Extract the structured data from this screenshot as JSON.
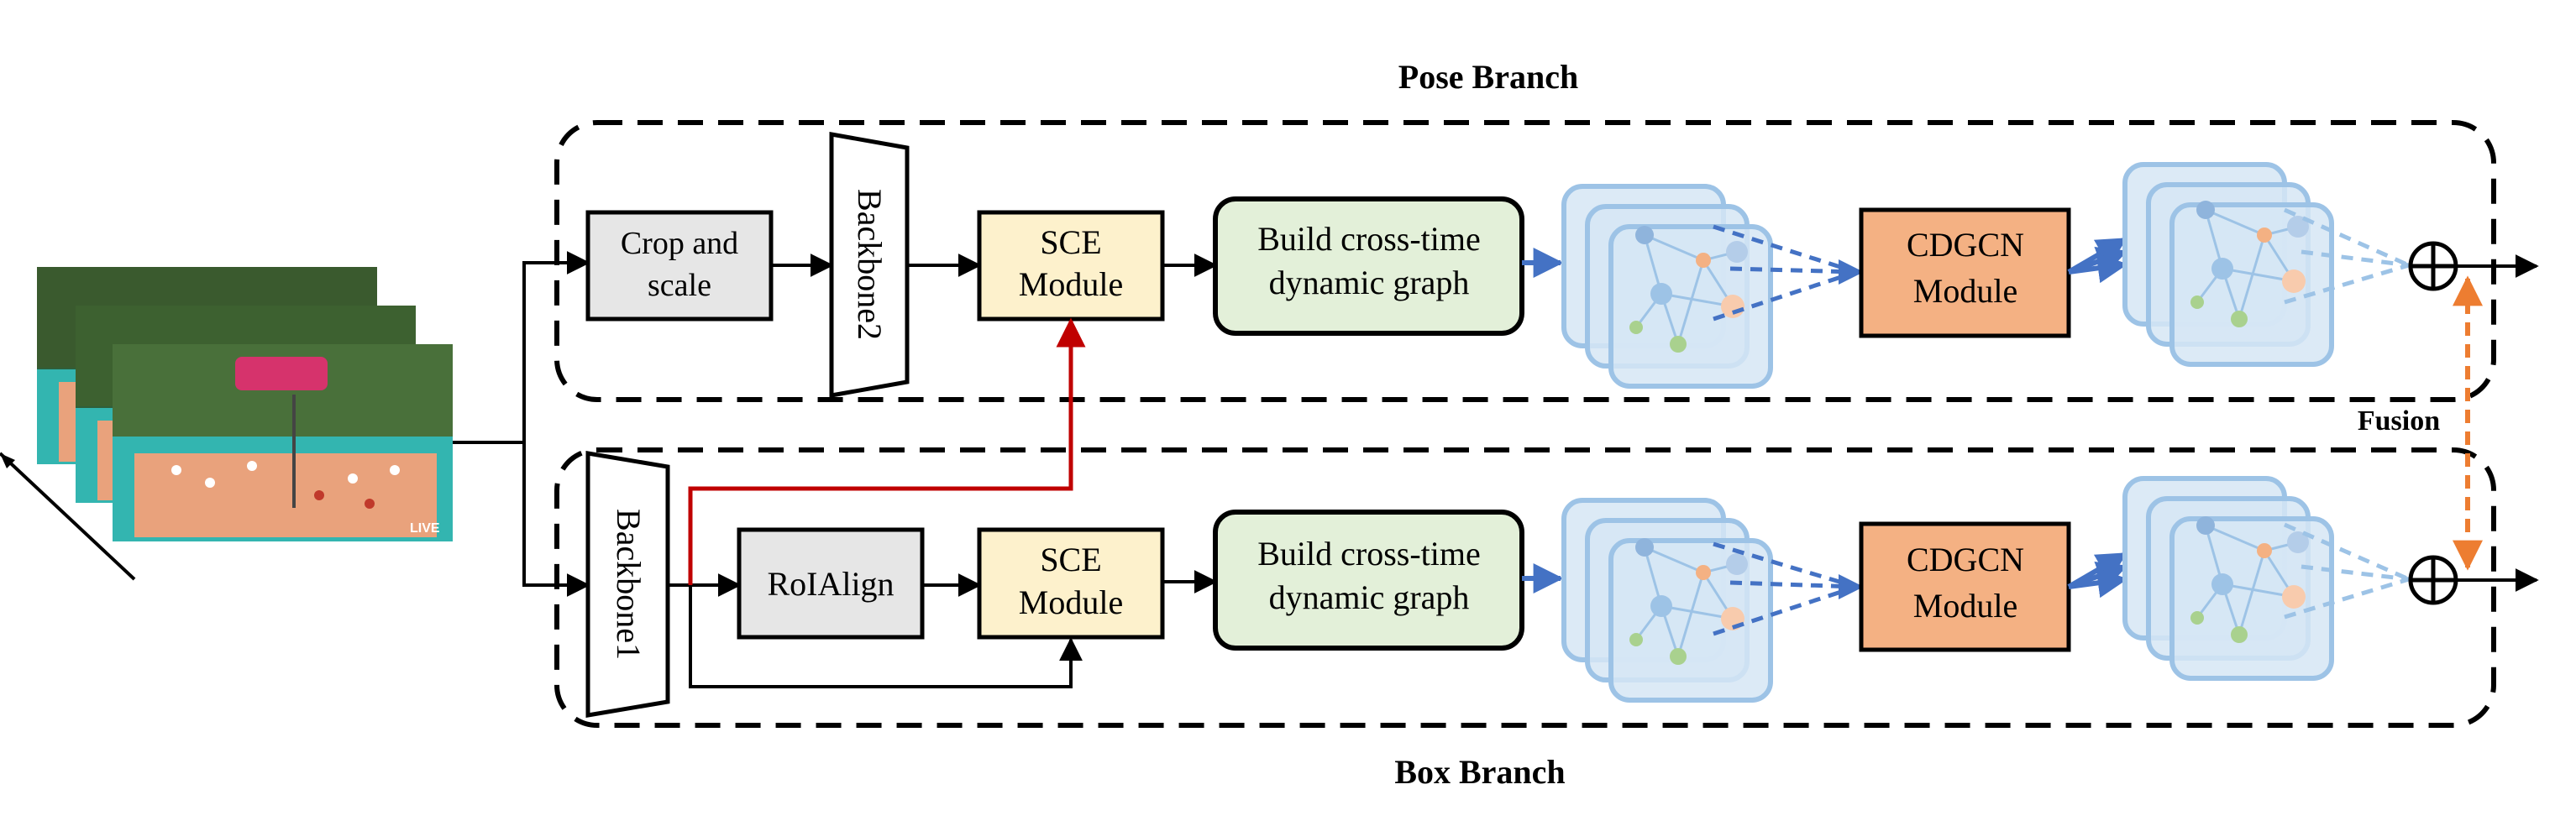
{
  "pose_branch": {
    "title": "Pose Branch",
    "crop_and_scale": [
      "Crop and",
      "scale"
    ],
    "backbone2": "Backbone2",
    "sce": [
      "SCE",
      "Module"
    ],
    "build_graph": [
      "Build cross-time",
      "dynamic graph"
    ],
    "cdgcn": [
      "CDGCN",
      "Module"
    ]
  },
  "box_branch": {
    "title": "Box Branch",
    "backbone1": "Backbone1",
    "roialign": "RoIAlign",
    "sce": [
      "SCE",
      "Module"
    ],
    "build_graph": [
      "Build cross-time",
      "dynamic graph"
    ],
    "cdgcn": [
      "CDGCN",
      "Module"
    ]
  },
  "fusion_label": "Fusion",
  "video_overlay_text": "LIVE",
  "colors": {
    "crop_box": "#e6e6e6",
    "sce_box": "#fdf1cc",
    "graph_box": "#e3f0d9",
    "cdgcn_box": "#f4b183",
    "graph_card_fill": "#cfe0f2",
    "graph_card_stroke": "#9dc3e6",
    "blue_arrow": "#4472c4",
    "red_arrow": "#c00000",
    "fusion_arrow": "#ed7d31",
    "court": "#e9a27c",
    "court_edge": "#33b5b0"
  },
  "icons": {
    "video_frames": "frame-stack-icon",
    "fusion_sum": "circle-plus-icon",
    "graph": "graph-stack-icon"
  }
}
